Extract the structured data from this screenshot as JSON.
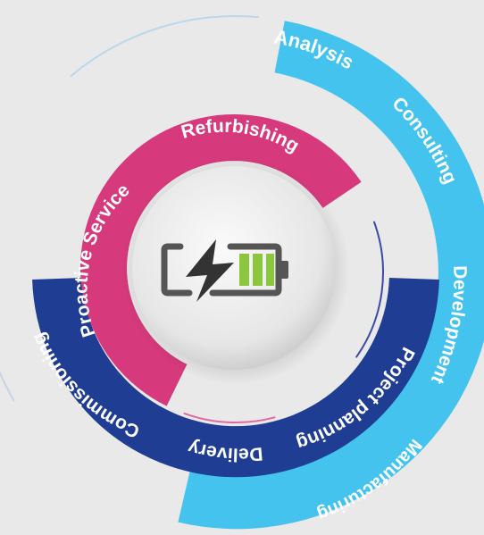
{
  "colors": {
    "background": "#e9e9e9",
    "outer_ring": "#45c3ef",
    "middle_ring": "#1f3d92",
    "inner_ring": "#d63a7c",
    "hub": "#eeeeee",
    "battery_outline": "#555555",
    "battery_bolt": "#333333",
    "battery_charge": "#8cc63f"
  },
  "center_icon": "battery-charging-icon",
  "outer_ring": {
    "labels": [
      "Analysis",
      "Consulting",
      "Development",
      "Manufacturing"
    ]
  },
  "middle_ring": {
    "labels": [
      "Project planning",
      "Delivery",
      "Commissioning"
    ]
  },
  "inner_ring": {
    "labels": [
      "Refurbishing",
      "Proactive Service"
    ]
  }
}
